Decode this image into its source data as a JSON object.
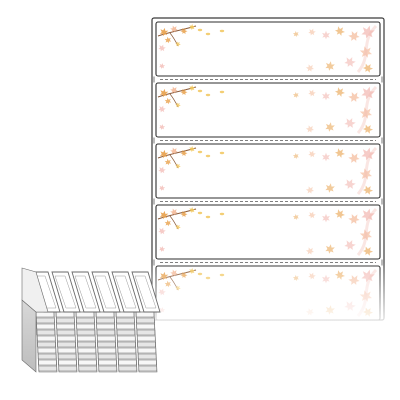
{
  "product": {
    "sheet": {
      "label_count_visible": 5,
      "theme": "autumn-maple-leaves",
      "colors": {
        "sheet_border": "#3a3a3a",
        "label_border": "#2e2e2e",
        "perforation": "#555555",
        "leaf_orange": "#e8a04a",
        "leaf_peach": "#f4b998",
        "leaf_pink": "#f2b7b0",
        "branch_brown": "#8a5a3a",
        "dot_yellow": "#f1c65c"
      }
    },
    "stack_illustration": {
      "columns": 6,
      "color_stroke": "#6a6a6a",
      "color_fill": "#f2f2f2"
    }
  }
}
